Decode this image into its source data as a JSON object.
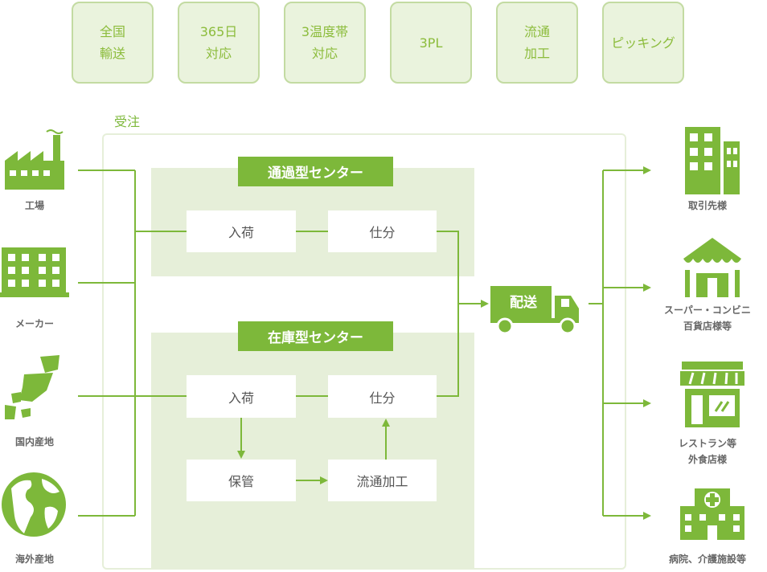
{
  "badges": [
    "全国\n輸送",
    "365日\n対応",
    "3温度帯\n対応",
    "3PL",
    "流通\n加工",
    "ピッキング"
  ],
  "order_label": "受注",
  "sources": [
    "工場",
    "メーカー",
    "国内産地",
    "海外産地"
  ],
  "centers": {
    "through": {
      "title": "通過型センター",
      "receiving": "入荷",
      "sorting": "仕分"
    },
    "inventory": {
      "title": "在庫型センター",
      "receiving": "入荷",
      "sorting": "仕分",
      "storage": "保管",
      "processing": "流通加工"
    }
  },
  "delivery_label": "配送",
  "destinations": [
    "取引先様",
    "スーパー・コンビニ\n百貨店様等",
    "レストラン等\n外食店様",
    "病院、介護施設等"
  ],
  "colors": {
    "primary": "#7db83a",
    "badge_bg": "#eaf3dd",
    "badge_border": "#c3dba2",
    "zone_bg": "#e6efd9"
  }
}
